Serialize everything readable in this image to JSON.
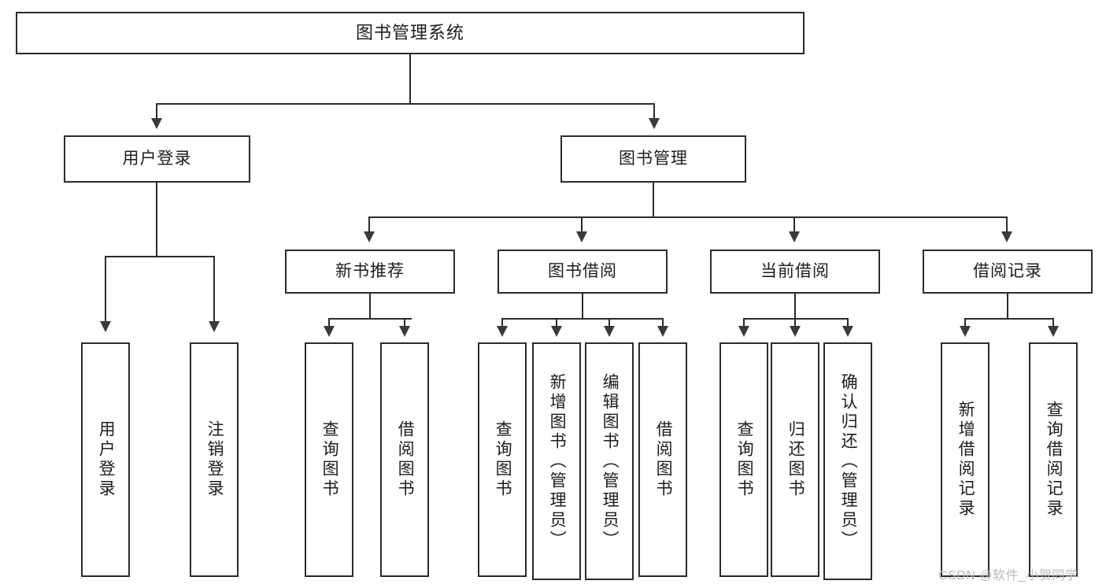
{
  "diagram": {
    "type": "tree",
    "title": "图书管理系统",
    "watermark": "CSDN @软件_小贺同学",
    "colors": {
      "stroke": "#2b2b2b",
      "fill": "#ffffff",
      "text": "#1c1c1c",
      "watermark": "#b9b9b9",
      "background": "#ffffff"
    },
    "root": {
      "label": "图书管理系统"
    },
    "level2": [
      {
        "label": "用户登录"
      },
      {
        "label": "图书管理"
      }
    ],
    "level3": [
      {
        "label": "新书推荐"
      },
      {
        "label": "图书借阅"
      },
      {
        "label": "当前借阅"
      },
      {
        "label": "借阅记录"
      }
    ],
    "leaves": {
      "user_login": [
        {
          "label": "用户登录"
        },
        {
          "label": "注销登录"
        }
      ],
      "new_book": [
        {
          "label": "查询图书"
        },
        {
          "label": "借阅图书"
        }
      ],
      "book_borrow": [
        {
          "label": "查询图书"
        },
        {
          "label": "新增图书（管理员）"
        },
        {
          "label": "编辑图书（管理员）"
        },
        {
          "label": "借阅图书"
        }
      ],
      "current_borrow": [
        {
          "label": "查询图书"
        },
        {
          "label": "归还图书"
        },
        {
          "label": "确认归还（管理员）"
        }
      ],
      "borrow_record": [
        {
          "label": "新增借阅记录"
        },
        {
          "label": "查询借阅记录"
        }
      ]
    }
  }
}
